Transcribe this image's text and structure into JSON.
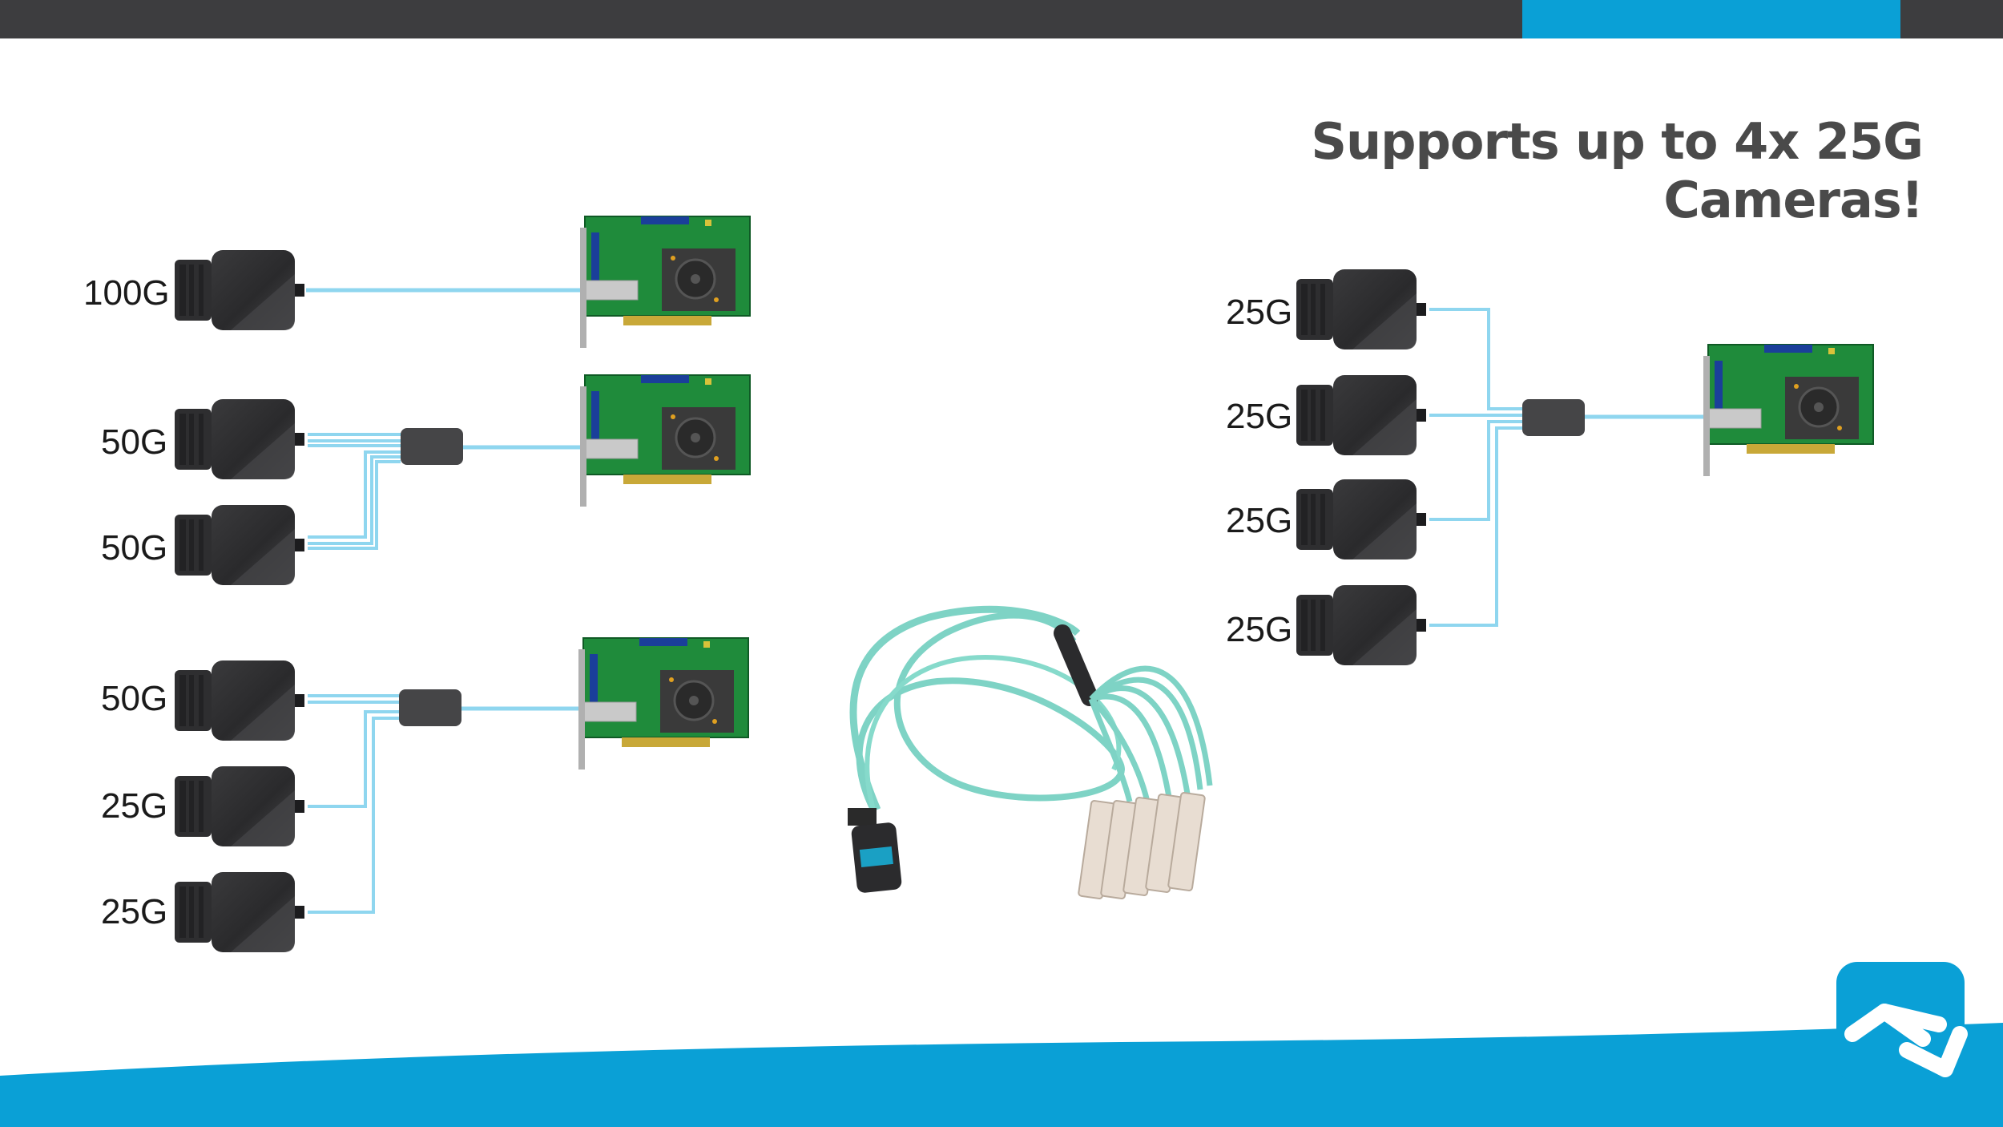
{
  "title": "Supports up to 4x 25G Cameras!",
  "colors": {
    "top_bar": "#3d3d3f",
    "accent": "#0aa0d6",
    "cable": "#8fd6ef",
    "camera": "#2b2b2d",
    "card": "#1e8a3a",
    "splitter": "#454547",
    "fiber": "#7ed3c5"
  },
  "configs": [
    {
      "cameras": [
        "100G"
      ]
    },
    {
      "cameras": [
        "50G",
        "50G"
      ]
    },
    {
      "cameras": [
        "50G",
        "25G",
        "25G"
      ]
    },
    {
      "cameras": [
        "25G",
        "25G",
        "25G",
        "25G"
      ]
    }
  ],
  "icons": [
    "camera-icon",
    "network-card-icon",
    "splitter-icon",
    "breakout-cable-icon",
    "brand-logo-icon"
  ]
}
